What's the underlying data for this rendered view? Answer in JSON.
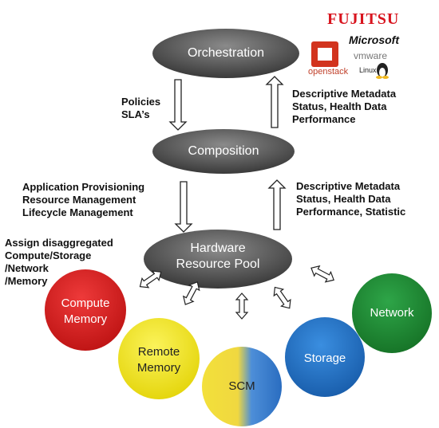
{
  "nodes": {
    "orchestration": "Orchestration",
    "composition": "Composition",
    "hardware_pool": [
      "Hardware",
      "Resource Pool"
    ]
  },
  "resources": {
    "compute": [
      "Compute",
      "Memory"
    ],
    "remote": [
      "Remote",
      "Memory"
    ],
    "scm": "SCM",
    "storage": "Storage",
    "network": "Network"
  },
  "left_notes": {
    "policies": [
      "Policies",
      "SLA’s"
    ],
    "provisioning": [
      "Application Provisioning",
      "Resource Management",
      "Lifecycle Management"
    ],
    "assign": [
      "Assign disaggregated",
      "Compute/Storage",
      "/Network",
      "/Memory"
    ]
  },
  "right_notes": {
    "upper": [
      "Descriptive Metadata",
      "Status, Health Data",
      "Performance"
    ],
    "lower": [
      "Descriptive Metadata",
      "Status, Health Data",
      "Performance, Statistic"
    ]
  },
  "logos": {
    "fujitsu": "FUJITSU",
    "microsoft": "Microsoft",
    "vmware": "vmware",
    "openstack": "openstack",
    "linux": "Linux"
  },
  "colors": {
    "ellipse": "#5a5a5a",
    "compute": "#d81e1e",
    "remote": "#f0e61a",
    "scm_left": "#f2dc3a",
    "scm_right": "#2f78c8",
    "storage": "#1f6fc4",
    "network": "#1e8a32"
  }
}
